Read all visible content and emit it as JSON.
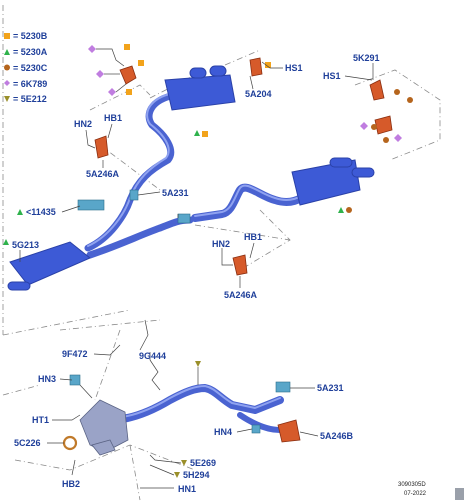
{
  "legend": [
    {
      "code": "= 5230B",
      "shape": "square",
      "color": "#f2a31b"
    },
    {
      "code": "= 5230A",
      "shape": "triangle",
      "color": "#2fb24c"
    },
    {
      "code": "= 5230C",
      "shape": "circle",
      "color": "#b5651d"
    },
    {
      "code": "= 6K789",
      "shape": "diamond",
      "color": "#c07de0"
    },
    {
      "code": "= 5E212",
      "shape": "triangle-down",
      "color": "#9a8f2a"
    }
  ],
  "labels": {
    "hs1_top": "HS1",
    "a5a204": "5A204",
    "k5k291": "5K291",
    "hs1_right": "HS1",
    "hn2_top": "HN2",
    "hb1_top": "HB1",
    "a5a246a_top": "5A246A",
    "a5a231_mid": "5A231",
    "p11435": "<11435",
    "g5g213": "5G213",
    "hn2_mid": "HN2",
    "hb1_mid": "HB1",
    "a5a246a_mid": "5A246A",
    "f9f472": "9F472",
    "g9g444": "9G444",
    "hn3": "HN3",
    "a5a231_low": "5A231",
    "ht1": "HT1",
    "c5c226": "5C226",
    "hn4": "HN4",
    "a5a246b": "5A246B",
    "e5e269": "5E269",
    "h5h294": "5H294",
    "hb2": "HB2",
    "hn1": "HN1"
  },
  "footer": {
    "code": "3090305D",
    "date": "07-2022"
  }
}
